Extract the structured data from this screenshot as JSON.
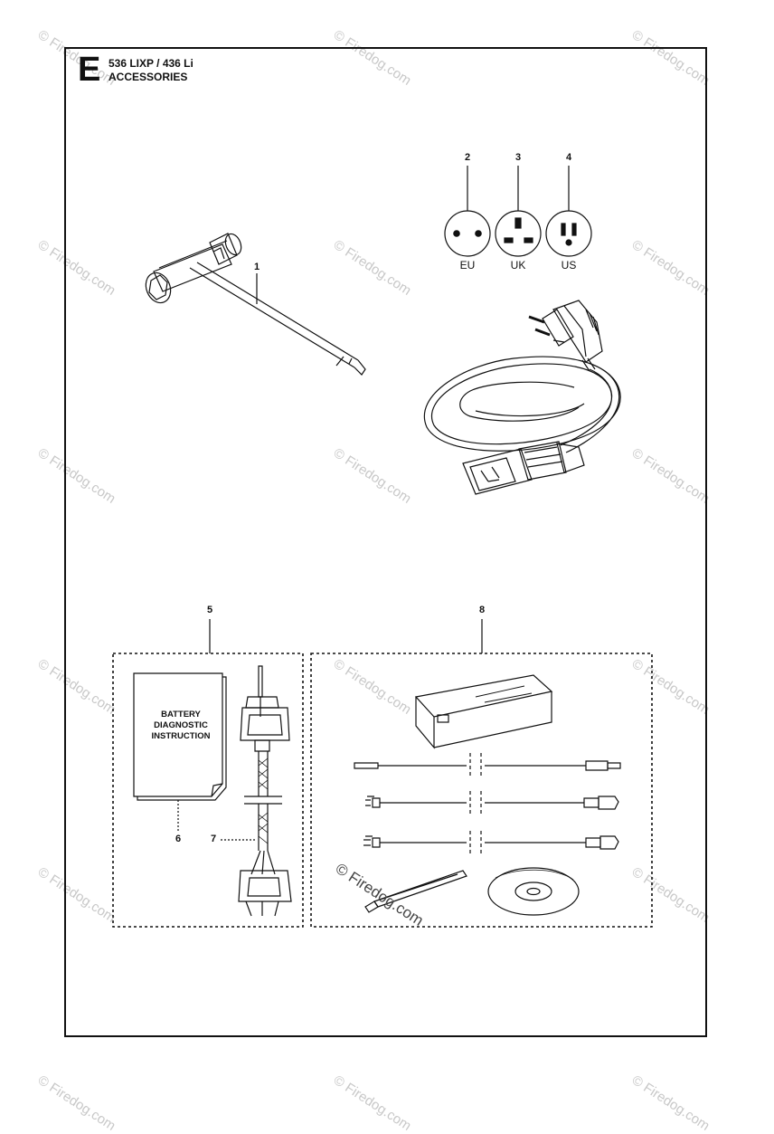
{
  "header": {
    "section_letter": "E",
    "model": "536 LIXP / 436 Li",
    "category": "ACCESSORIES"
  },
  "callouts": [
    "1",
    "2",
    "3",
    "4",
    "5",
    "6",
    "7",
    "8"
  ],
  "plugs": [
    {
      "number": "2",
      "label": "EU"
    },
    {
      "number": "3",
      "label": "UK"
    },
    {
      "number": "4",
      "label": "US"
    }
  ],
  "manual": {
    "lines": [
      "BATTERY",
      "DIAGNOSTIC",
      "INSTRUCTION"
    ]
  },
  "watermark": {
    "text": "© Firedog.com"
  }
}
